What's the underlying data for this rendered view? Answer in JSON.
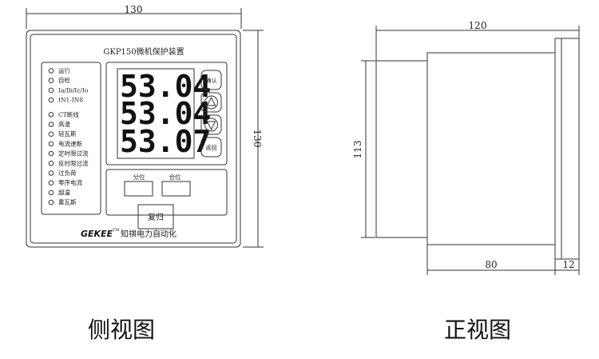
{
  "left_view": {
    "dim_width": "130",
    "dim_height": "130",
    "device_title": "GKP150微机保护装置",
    "indicators": [
      "运行",
      "自检",
      "Ia/Ib/Ic/Io",
      "IN1-IN8",
      "CT断线",
      "高温",
      "轻瓦斯",
      "电流速断",
      "定时限过流",
      "反时限过流",
      "过负荷",
      "零序电流",
      "超温",
      "重瓦斯"
    ],
    "displays": [
      "53.04",
      "53.04",
      "53.07"
    ],
    "buttons": [
      "确认",
      "",
      "",
      "返回"
    ],
    "breaker_labels": [
      "分位",
      "合位"
    ],
    "reset_label": "复归",
    "brand": "GEKEE",
    "brand_tm": "TM",
    "company": "知祺电力自动化",
    "caption": "侧视图"
  },
  "right_view": {
    "dim_depth": "120",
    "dim_height": "113",
    "dim_body": "80",
    "dim_panel": "12",
    "caption": "正视图"
  },
  "colors": {
    "line": "#333333",
    "text": "#222222"
  }
}
